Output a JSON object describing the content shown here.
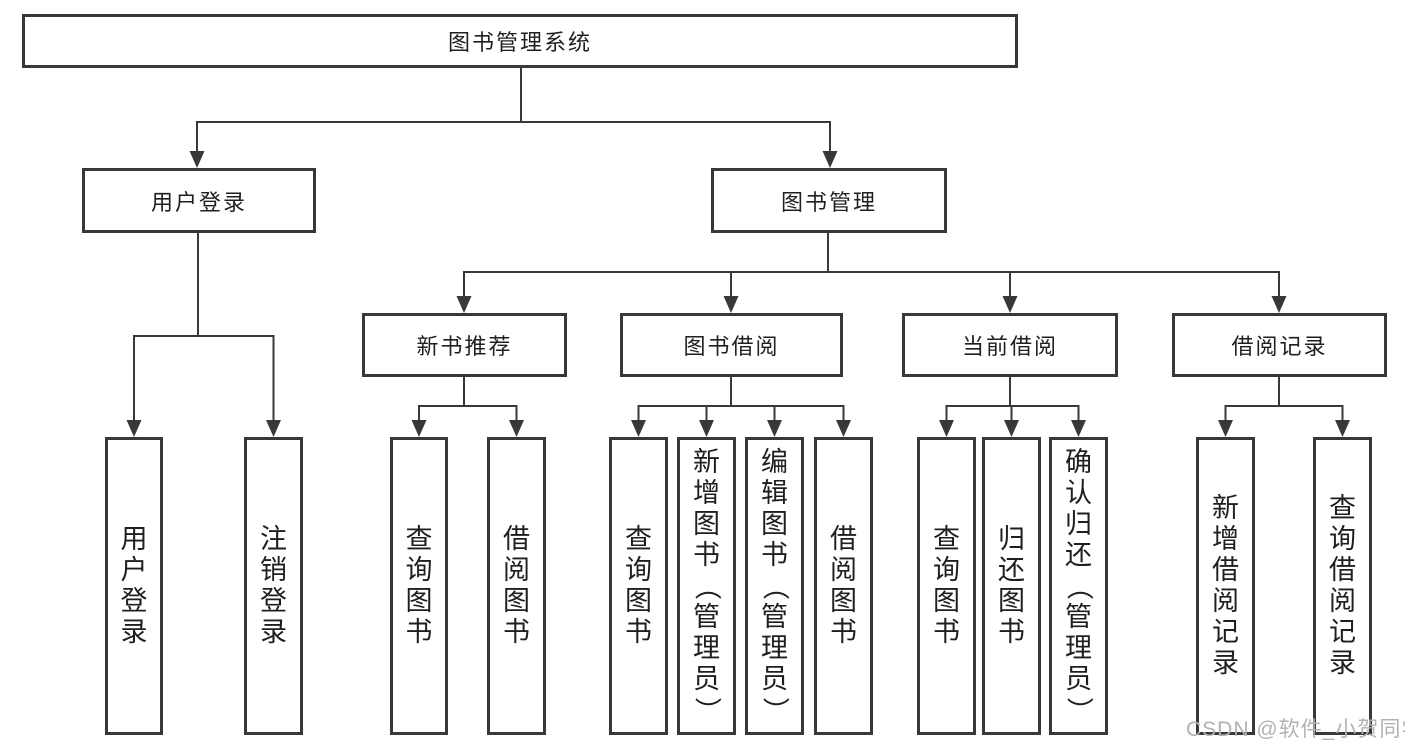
{
  "nodes": {
    "root": {
      "label": "图书管理系统"
    },
    "user_login": {
      "label": "用户登录",
      "children": [
        "用户登录",
        "注销登录"
      ]
    },
    "book_mgmt": {
      "label": "图书管理"
    },
    "new_books": {
      "label": "新书推荐",
      "children": [
        "查询图书",
        "借阅图书"
      ]
    },
    "book_borrow": {
      "label": "图书借阅",
      "children": [
        "查询图书",
        "新增图书（管理员）",
        "编辑图书（管理员）",
        "借阅图书"
      ]
    },
    "current_borrow": {
      "label": "当前借阅",
      "children": [
        "查询图书",
        "归还图书",
        "确认归还（管理员）"
      ]
    },
    "borrow_records": {
      "label": "借阅记录",
      "children": [
        "新增借阅记录",
        "查询借阅记录"
      ]
    }
  },
  "watermark": "CSDN @软件_小贺同学",
  "colors": {
    "line": "#383838",
    "box_border": "#383838",
    "text": "#1f1f1f",
    "watermark": "#b2b2b2",
    "background": "#ffffff"
  }
}
